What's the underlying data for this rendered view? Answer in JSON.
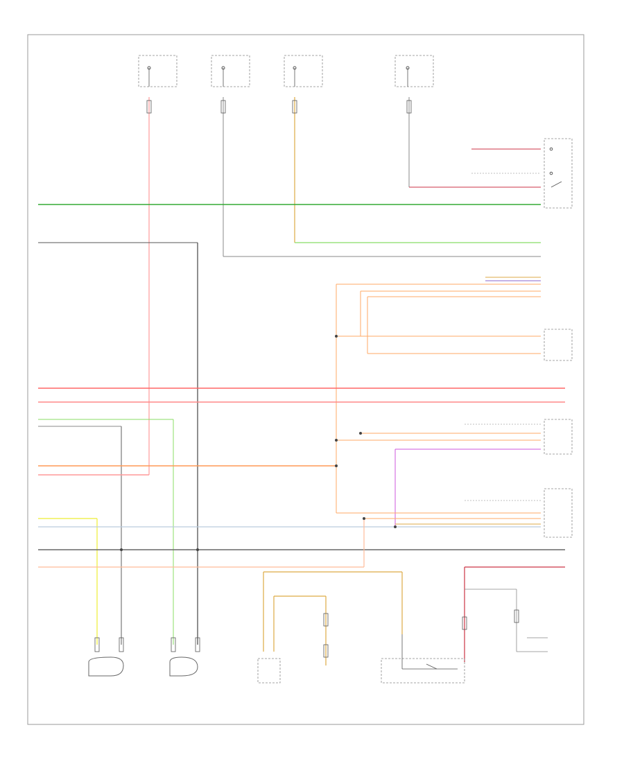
{
  "diagram": {
    "footer_code": "",
    "wire_colors": {
      "green": "#33aa33",
      "light_green": "#88dd66",
      "gray": "#888888",
      "dark_gray": "#444444",
      "red": "#ff6666",
      "pink": "#ff9999",
      "orange": "#ffaa66",
      "tan": "#ddaa44",
      "yellow": "#eeee33",
      "violet": "#cc55dd",
      "light_blue": "#aaccdd",
      "dark_red": "#cc3344"
    },
    "fuses": [
      {
        "id": "fuse-1"
      },
      {
        "id": "fuse-2"
      },
      {
        "id": "fuse-3"
      },
      {
        "id": "fuse-4"
      }
    ],
    "components": {
      "sensor_hotel": "",
      "sensor_right": "",
      "switch_bottom": "",
      "brake_switch": "",
      "tail_switch": "",
      "ground_sensor": ""
    }
  }
}
